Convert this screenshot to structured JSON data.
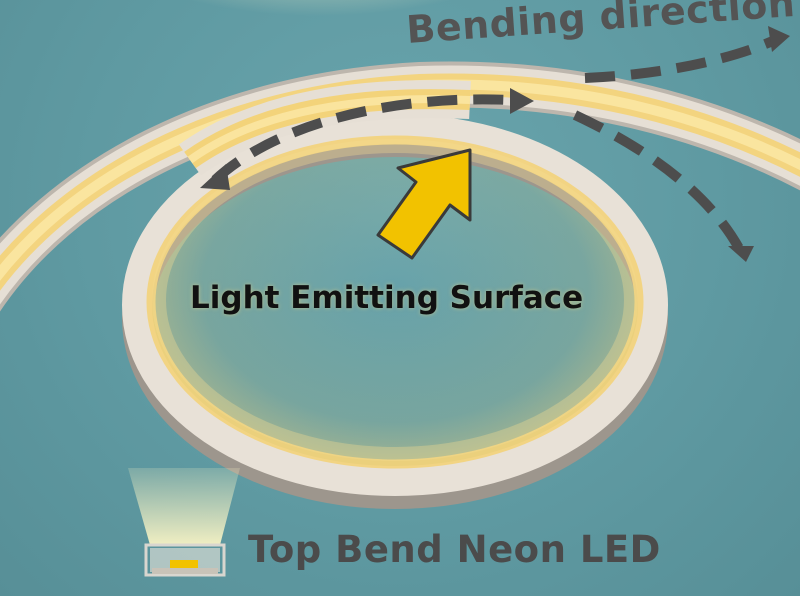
{
  "labels": {
    "bending_direction": "Bending direction",
    "light_surface": "Light Emitting Surface",
    "product_title": "Top Bend Neon LED"
  },
  "colors": {
    "background": "#5f9aa2",
    "strip_housing": "#e4ddd3",
    "strip_glow": "#f3d37a",
    "arrow_pointer": "#f2c200",
    "dashed_arrow": "#4d4d4d",
    "text_dark": "#4b4b4b"
  },
  "icons": {
    "pointer": "yellow-pointer-arrow-icon",
    "direction": "dashed-curved-arrow-icon",
    "profile": "led-profile-icon"
  }
}
